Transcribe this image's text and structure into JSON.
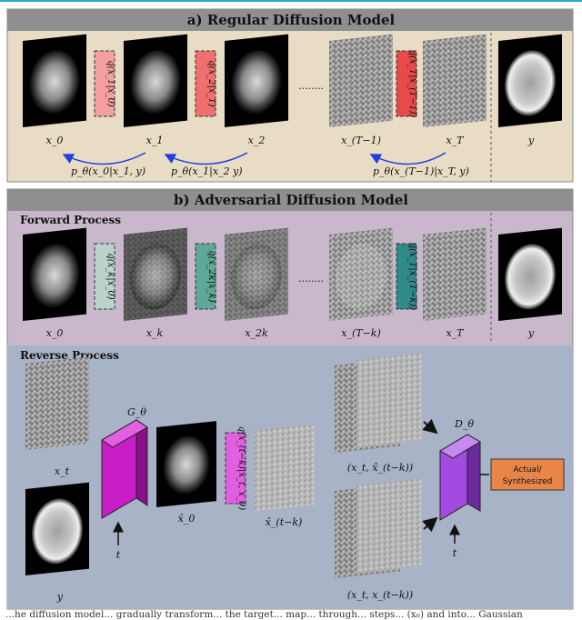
{
  "panel_a": {
    "title": "a) Regular Diffusion Model",
    "x_labels": [
      "x_0",
      "x_1",
      "x_2",
      "x_(T−1)",
      "x_T",
      "y"
    ],
    "q_boxes": [
      "q(x_1|x_0)",
      "q(x_2|x_1)",
      "q(x_T|x_(T−1))"
    ],
    "dots": "........",
    "p_labels": [
      "p_θ(x_0|x_1, y)",
      "p_θ(x_1|x_2  y)",
      "p_θ(x_(T−1)|x_T, y)"
    ]
  },
  "panel_b": {
    "title": "b) Adversarial Diffusion Model",
    "forward": {
      "title": "Forward Process",
      "x_labels": [
        "x_0",
        "x_k",
        "x_2k",
        "x_(T−k)",
        "x_T",
        "y"
      ],
      "q_boxes": [
        "q(x_k|x_0)",
        "q(x_2k|x_k)",
        "q(x_T|x_(T−k))"
      ],
      "dots": "........"
    },
    "reverse": {
      "title": "Reverse Process",
      "generator": "G_θ",
      "discriminator": "D_θ",
      "t_label": "t",
      "labels": {
        "x_t": "x_t",
        "y": "y",
        "x0_hat": "x̂_0",
        "xtk_hat": "x̂_(t−k)",
        "pair_fake": "(x_t, x̂_(t−k))",
        "pair_real": "(x_t, x_(t−k))"
      },
      "q_box": "q(x_(t−k)|x_t, x_0)",
      "output_button": [
        "Actual/",
        "Synthesized"
      ]
    }
  },
  "caption": "...he diffusion model... gradually transform... the target... map... through... steps... (x₀) and into... Gaussian"
}
